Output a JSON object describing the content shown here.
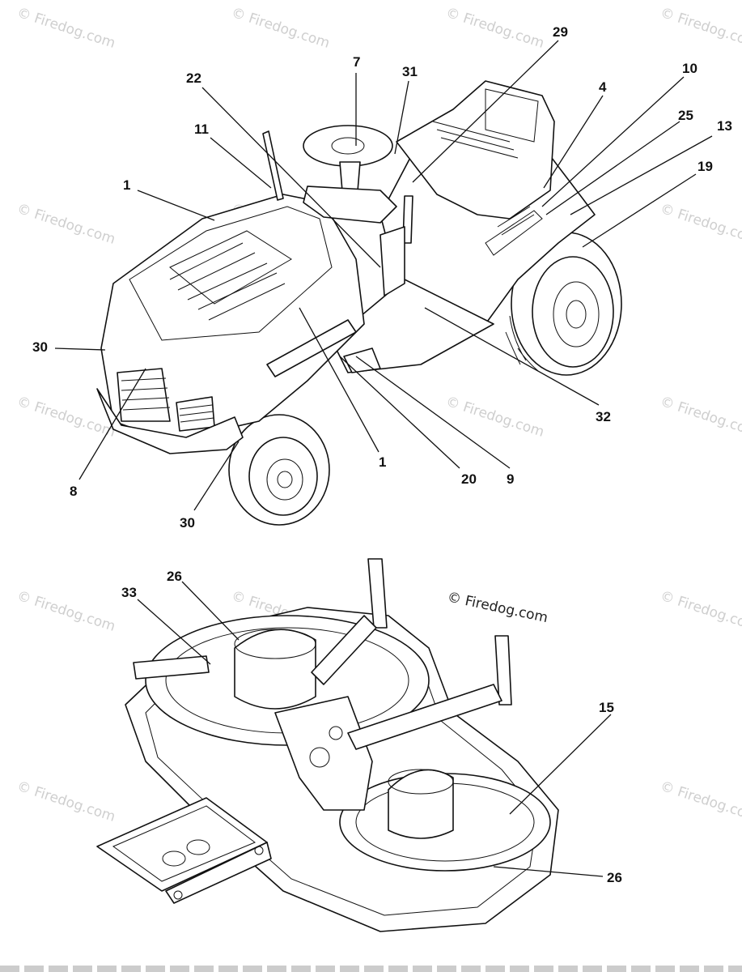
{
  "watermark": {
    "text": "© Firedog.com",
    "center_text": "© Firedog.com",
    "color": "#cfcfcf"
  },
  "tractor": {
    "callouts": [
      {
        "id": "c29",
        "label": "29"
      },
      {
        "id": "c7",
        "label": "7"
      },
      {
        "id": "c31",
        "label": "31"
      },
      {
        "id": "c22",
        "label": "22"
      },
      {
        "id": "c10",
        "label": "10"
      },
      {
        "id": "c4",
        "label": "4"
      },
      {
        "id": "c25",
        "label": "25"
      },
      {
        "id": "c13",
        "label": "13"
      },
      {
        "id": "c11",
        "label": "11"
      },
      {
        "id": "c19",
        "label": "19"
      },
      {
        "id": "c1a",
        "label": "1"
      },
      {
        "id": "c30a",
        "label": "30"
      },
      {
        "id": "c32",
        "label": "32"
      },
      {
        "id": "c1b",
        "label": "1"
      },
      {
        "id": "c20",
        "label": "20"
      },
      {
        "id": "c9",
        "label": "9"
      },
      {
        "id": "c8",
        "label": "8"
      },
      {
        "id": "c30b",
        "label": "30"
      }
    ]
  },
  "deck": {
    "callouts": [
      {
        "id": "c26a",
        "label": "26"
      },
      {
        "id": "c33",
        "label": "33"
      },
      {
        "id": "c15",
        "label": "15"
      },
      {
        "id": "c26b",
        "label": "26"
      }
    ]
  },
  "colors": {
    "line": "#111111",
    "background": "#ffffff"
  }
}
